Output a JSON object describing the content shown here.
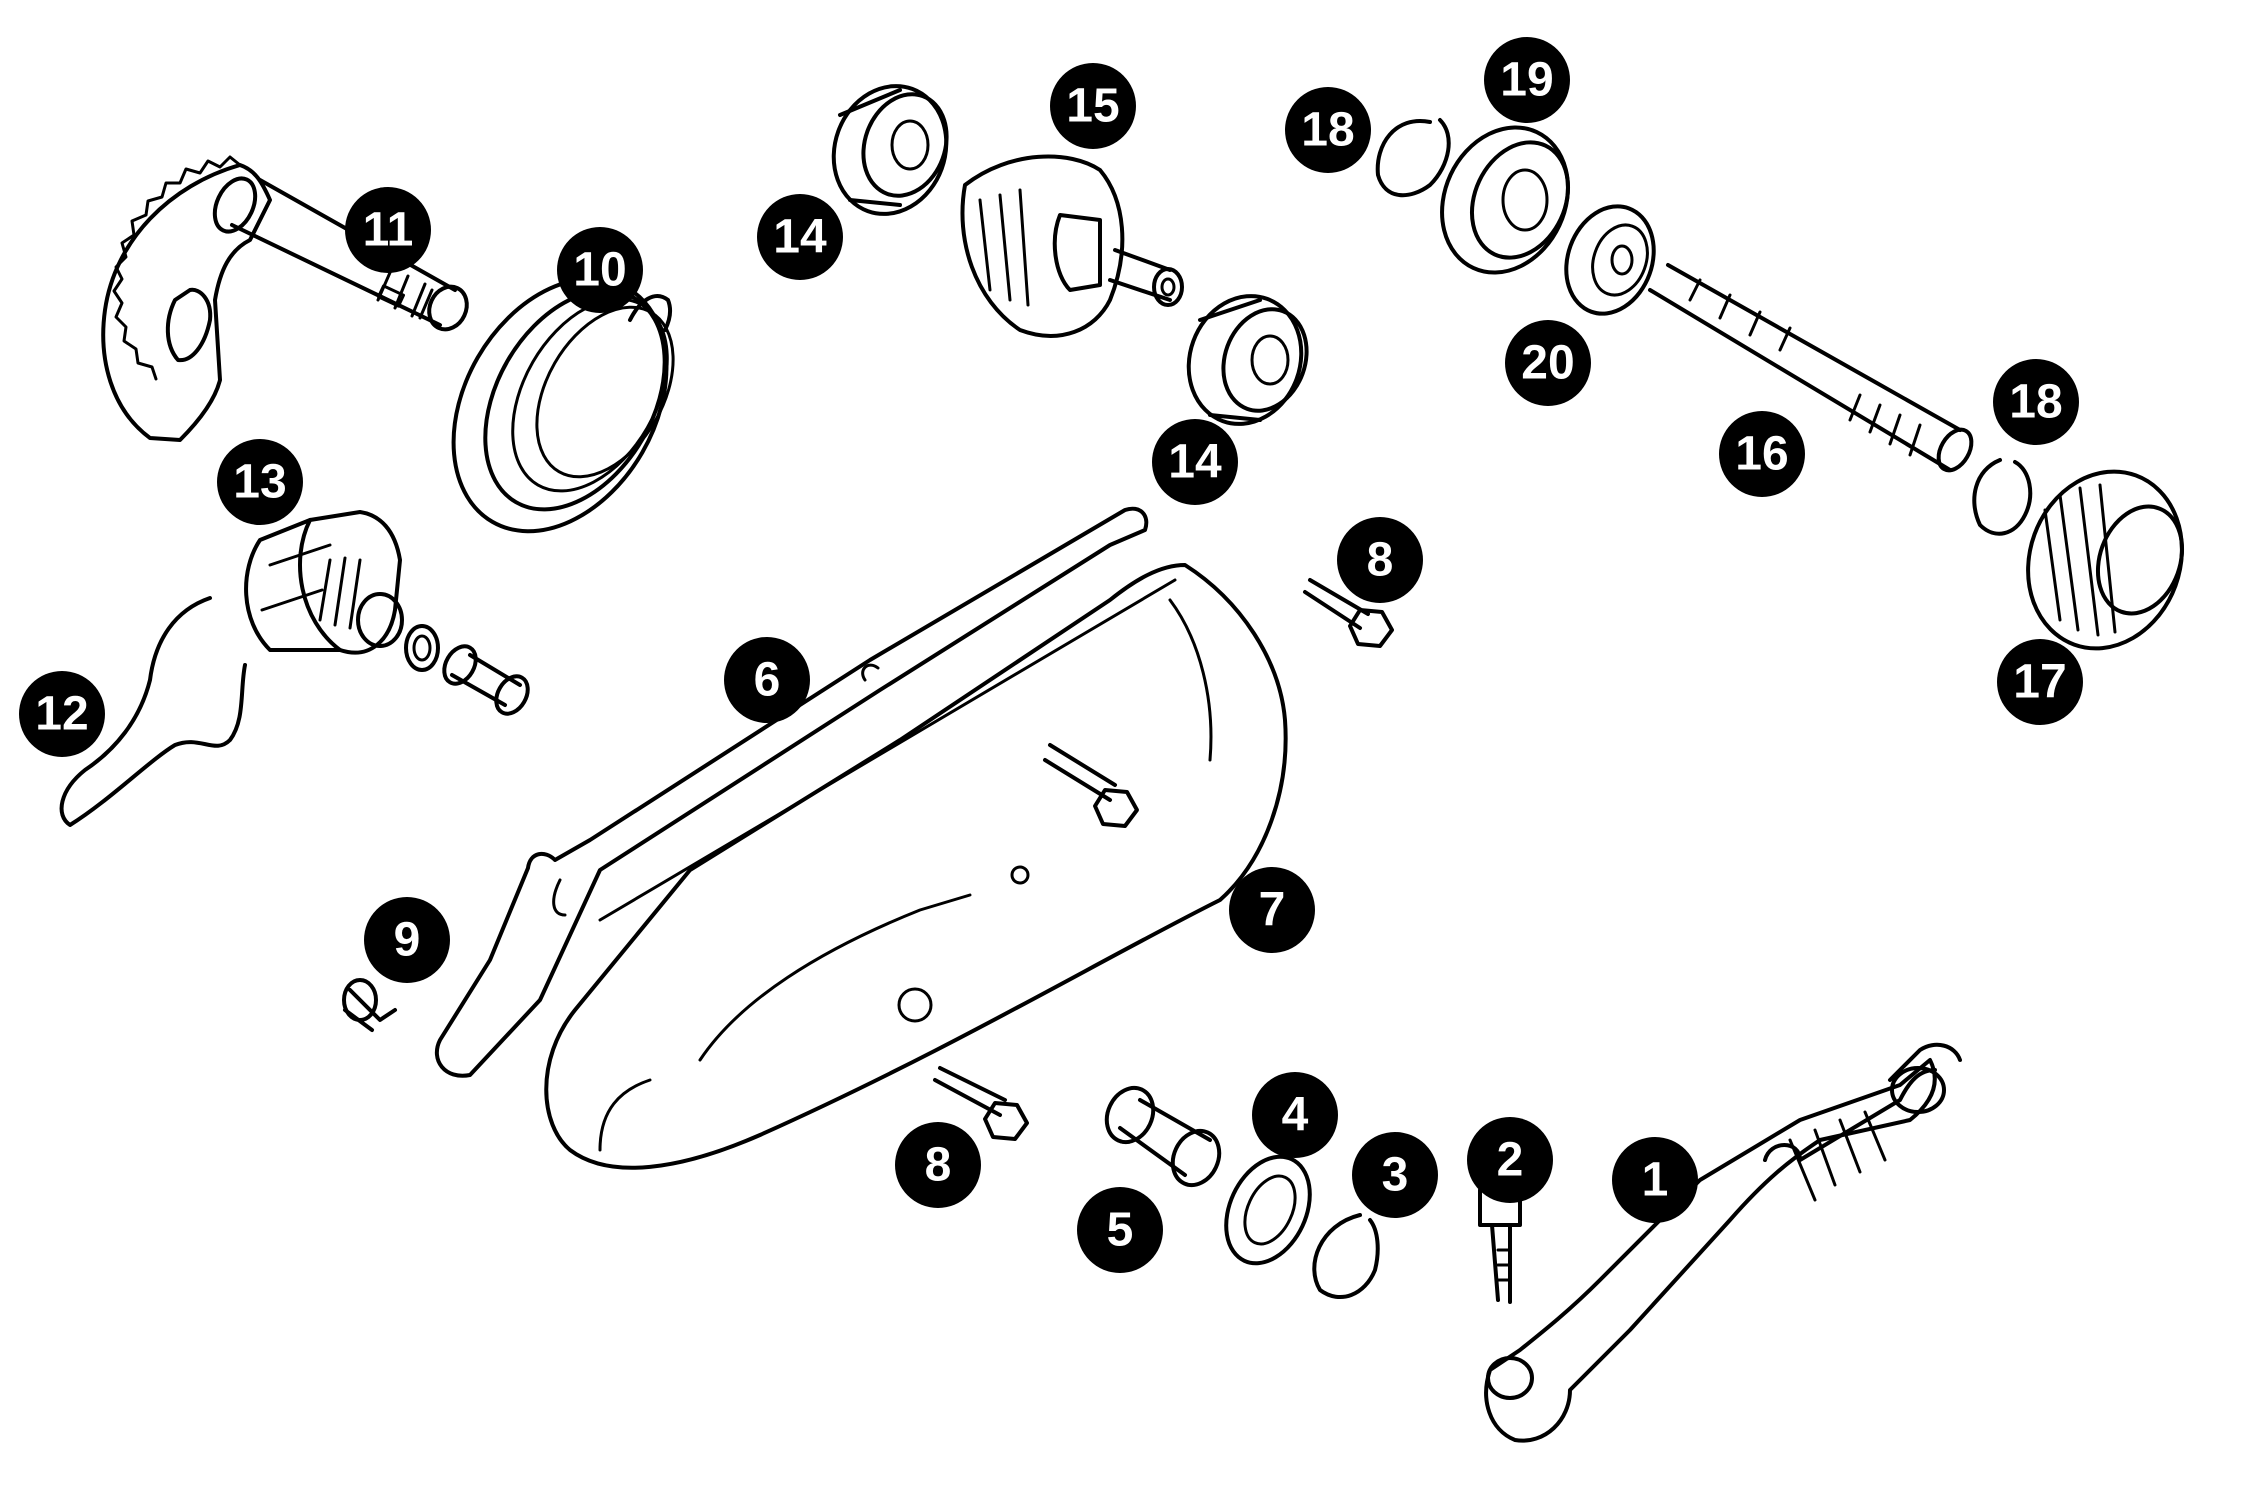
{
  "diagram": {
    "style": {
      "line_color": "#000000",
      "background": "#ffffff",
      "callout_fill": "#000000",
      "callout_text_color": "#ffffff"
    },
    "callouts": [
      {
        "id": "c1",
        "label": "1"
      },
      {
        "id": "c2",
        "label": "2"
      },
      {
        "id": "c3",
        "label": "3"
      },
      {
        "id": "c4",
        "label": "4"
      },
      {
        "id": "c5",
        "label": "5"
      },
      {
        "id": "c6",
        "label": "6"
      },
      {
        "id": "c7",
        "label": "7"
      },
      {
        "id": "c8a",
        "label": "8"
      },
      {
        "id": "c8b",
        "label": "8"
      },
      {
        "id": "c9",
        "label": "9"
      },
      {
        "id": "c10",
        "label": "10"
      },
      {
        "id": "c11",
        "label": "11"
      },
      {
        "id": "c12",
        "label": "12"
      },
      {
        "id": "c13",
        "label": "13"
      },
      {
        "id": "c14a",
        "label": "14"
      },
      {
        "id": "c14b",
        "label": "14"
      },
      {
        "id": "c15",
        "label": "15"
      },
      {
        "id": "c16",
        "label": "16"
      },
      {
        "id": "c17",
        "label": "17"
      },
      {
        "id": "c18a",
        "label": "18"
      },
      {
        "id": "c18b",
        "label": "18"
      },
      {
        "id": "c19",
        "label": "19"
      },
      {
        "id": "c20",
        "label": "20"
      }
    ]
  }
}
